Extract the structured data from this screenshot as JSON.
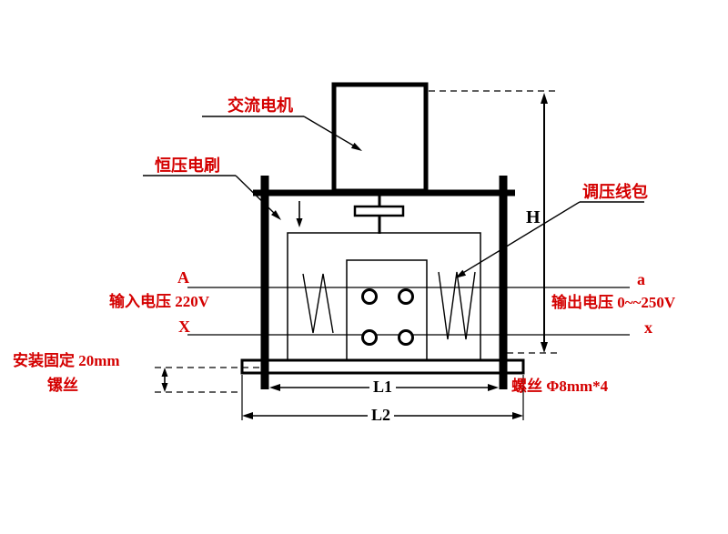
{
  "diagram": {
    "part_labels": {
      "ac_motor": "交流电机",
      "constant_voltage_brush": "恒压电刷",
      "voltage_regulating_coil": "调压线包"
    },
    "terminals": {
      "input_top": "A",
      "input_bottom": "X",
      "output_top": "a",
      "output_bottom": "x"
    },
    "voltages": {
      "input": "输入电压 220V",
      "output": "输出电压 0~~250V"
    },
    "dimensions": {
      "height": "H",
      "inner_width": "L1",
      "outer_width": "L2",
      "mounting_line1": "安装固定 20mm",
      "mounting_line2": "镙丝",
      "screw_spec": "螺丝  Φ8mm*4"
    },
    "colors": {
      "label_red": "#d40000",
      "line_black": "#000000",
      "background": "#ffffff"
    }
  }
}
